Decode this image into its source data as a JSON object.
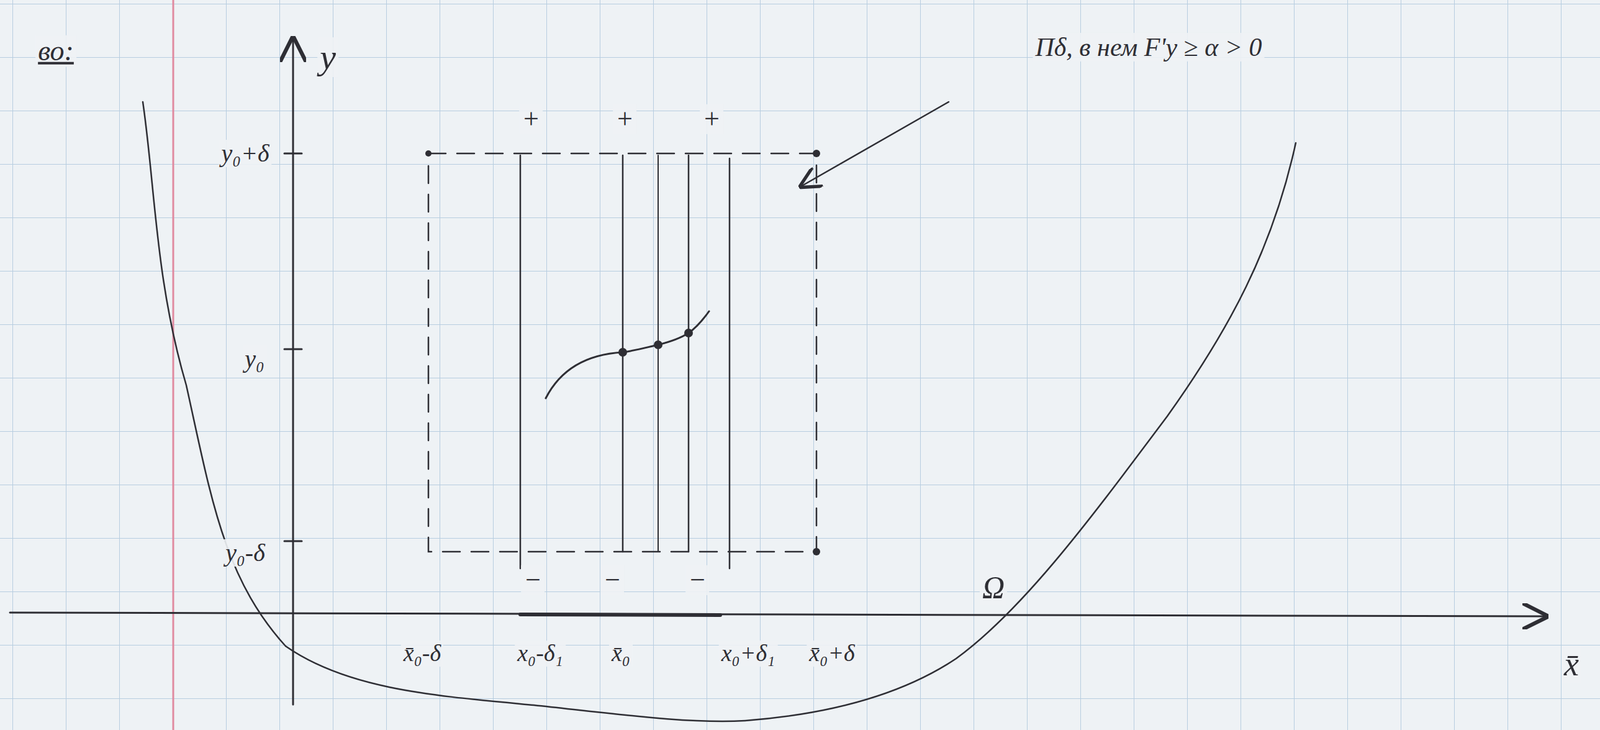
{
  "diagram": {
    "labels": [
      "во:",
      "y",
      "y₀+δ",
      "y₀",
      "y₀-δ",
      "+",
      "+",
      "+",
      "Πδ, в нем F'y ≥ α > 0",
      "−",
      "−",
      "−",
      "Ω",
      "x̄₀-δ",
      "x₀-δ₁",
      "x̄₀",
      "x₀+δ₁",
      "x̄₀+δ",
      "x̄"
    ]
  }
}
